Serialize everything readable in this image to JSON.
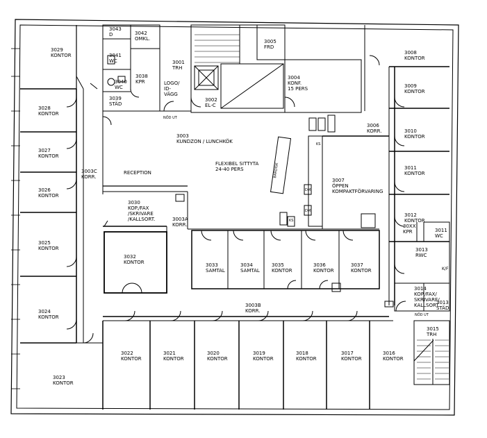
{
  "rooms": {
    "r3029": {
      "num": "3029",
      "name": "KONTOR"
    },
    "r3028": {
      "num": "3028",
      "name": "KONTOR"
    },
    "r3027": {
      "num": "3027",
      "name": "KONTOR"
    },
    "r3026": {
      "num": "3026",
      "name": "KONTOR"
    },
    "r3025": {
      "num": "3025",
      "name": "KONTOR"
    },
    "r3024": {
      "num": "3024",
      "name": "KONTOR"
    },
    "r3023": {
      "num": "3023",
      "name": "KONTOR"
    },
    "r3043": {
      "num": "3043",
      "name": "D"
    },
    "r3042": {
      "num": "3042",
      "name": "OMKL."
    },
    "r3041": {
      "num": "3041",
      "name": "WC"
    },
    "r3040": {
      "num": "3040",
      "name": "WC"
    },
    "r3038": {
      "num": "3038",
      "name": "KPR"
    },
    "r3039": {
      "num": "3039",
      "name": "STÄD"
    },
    "r3001": {
      "num": "3001",
      "name": "TRH"
    },
    "logo": {
      "name": "LOGO/\nID-\nVÄGG"
    },
    "r3002": {
      "num": "3002",
      "name": "EL-C"
    },
    "r3005": {
      "num": "3005",
      "name": "FRD"
    },
    "r3004": {
      "num": "3004",
      "name": "KONF.\n15 PERS"
    },
    "r3008": {
      "num": "3008",
      "name": "KONTOR"
    },
    "r3009": {
      "num": "3009",
      "name": "KONTOR"
    },
    "r3010": {
      "num": "3010",
      "name": "KONTOR"
    },
    "r3011k": {
      "num": "3011",
      "name": "KONTOR"
    },
    "r3012": {
      "num": "3012",
      "name": "KONTOR"
    },
    "r30xx": {
      "num": "30XX",
      "name": "KPR"
    },
    "r3011wc": {
      "num": "3011",
      "name": "WC"
    },
    "r3013": {
      "num": "3013",
      "name": "RWC"
    },
    "r3014": {
      "num": "3014",
      "name": "KOP./FAX/\nSKRIVARE/\nKALLSORT."
    },
    "r3013stad": {
      "num": "3013",
      "name": "STÄD"
    },
    "r3015": {
      "num": "3015",
      "name": "TRH"
    },
    "r3006": {
      "num": "3006",
      "name": "KORR."
    },
    "r3003": {
      "num": "3003",
      "name": "KUNDZON / LUNCHKÖK"
    },
    "flexibel": {
      "name": "FLEXIBEL SITTYTA\n24-40 PERS"
    },
    "r3007": {
      "num": "3007",
      "name": "ÖPPEN\nKOMPAKTFÖRVARING"
    },
    "reception": {
      "name": "RECEPTION"
    },
    "r3003c": {
      "num": "3003C",
      "name": "KORR."
    },
    "r3030": {
      "num": "3030",
      "name": "KOP./FAX\n/SKRIVARE\n/KALLSORT."
    },
    "r3003a": {
      "num": "3003A",
      "name": "KORR."
    },
    "r3032": {
      "num": "3032",
      "name": "KONTOR"
    },
    "r3033": {
      "num": "3033",
      "name": "SAMTAL"
    },
    "r3034": {
      "num": "3034",
      "name": "SAMTAL"
    },
    "r3035": {
      "num": "3035",
      "name": "KONTOR"
    },
    "r3036": {
      "num": "3036",
      "name": "KONTOR"
    },
    "r3037": {
      "num": "3037",
      "name": "KONTOR"
    },
    "r3003b": {
      "num": "3003B",
      "name": "KORR."
    },
    "r3022": {
      "num": "3022",
      "name": "KONTOR"
    },
    "r3021": {
      "num": "3021",
      "name": "KONTOR"
    },
    "r3020": {
      "num": "3020",
      "name": "KONTOR"
    },
    "r3019": {
      "num": "3019",
      "name": "KONTOR"
    },
    "r3018": {
      "num": "3018",
      "name": "KONTOR"
    },
    "r3017": {
      "num": "3017",
      "name": "KONTOR"
    },
    "r3016": {
      "num": "3016",
      "name": "KONTOR"
    }
  },
  "marks": {
    "nodut1": "NÖD UT",
    "nodut2": "NÖD UT",
    "bardisk": "BARDISK",
    "kf": "K/F",
    "ks": "KS",
    "dm1": "DM",
    "dm2": "DM",
    "ks2": "KS"
  },
  "colors": {
    "line": "#000000",
    "background": "#ffffff"
  }
}
